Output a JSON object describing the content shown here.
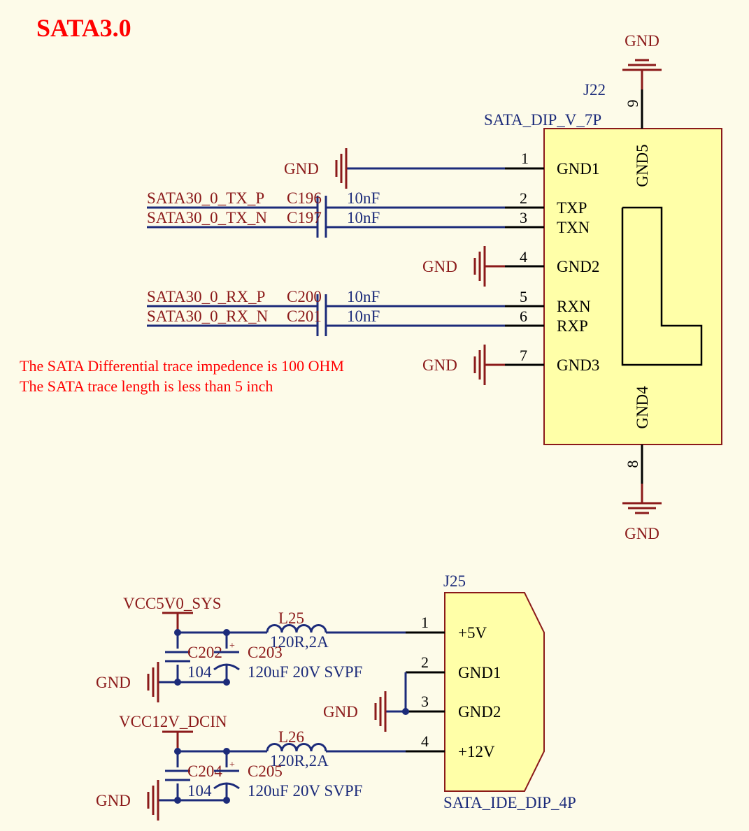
{
  "title": "SATA3.0",
  "notes": [
    "The SATA Differential trace impedence is 100 OHM",
    "The SATA trace length is less than 5 inch"
  ],
  "j22": {
    "designator": "J22",
    "part": "SATA_DIP_V_7P",
    "pins": [
      {
        "num": "1",
        "name": "GND1"
      },
      {
        "num": "2",
        "name": "TXP"
      },
      {
        "num": "3",
        "name": "TXN"
      },
      {
        "num": "4",
        "name": "GND2"
      },
      {
        "num": "5",
        "name": "RXN"
      },
      {
        "num": "6",
        "name": "RXP"
      },
      {
        "num": "7",
        "name": "GND3"
      }
    ],
    "pin8": {
      "num": "8",
      "name": "GND4"
    },
    "pin9": {
      "num": "9",
      "name": "GND5"
    }
  },
  "gnd": "GND",
  "signals": [
    {
      "net": "SATA30_0_TX_P",
      "cap": "C196",
      "value": "10nF"
    },
    {
      "net": "SATA30_0_TX_N",
      "cap": "C197",
      "value": "10nF"
    },
    {
      "net": "SATA30_0_RX_P",
      "cap": "C200",
      "value": "10nF"
    },
    {
      "net": "SATA30_0_RX_N",
      "cap": "C201",
      "value": "10nF"
    }
  ],
  "j25": {
    "designator": "J25",
    "part": "SATA_IDE_DIP_4P",
    "pins": [
      {
        "num": "1",
        "name": "+5V"
      },
      {
        "num": "2",
        "name": "GND1"
      },
      {
        "num": "3",
        "name": "GND2"
      },
      {
        "num": "4",
        "name": "+12V"
      }
    ]
  },
  "power": {
    "vcc5": "VCC5V0_SYS",
    "vcc12": "VCC12V_DCIN",
    "l25": {
      "ref": "L25",
      "value": "120R,2A"
    },
    "l26": {
      "ref": "L26",
      "value": "120R,2A"
    },
    "c202": {
      "ref": "C202",
      "value": "104"
    },
    "c203": {
      "ref": "C203",
      "value": "120uF 20V SVPF"
    },
    "c204": {
      "ref": "C204",
      "value": "104"
    },
    "c205": {
      "ref": "C205",
      "value": "120uF 20V SVPF"
    }
  }
}
